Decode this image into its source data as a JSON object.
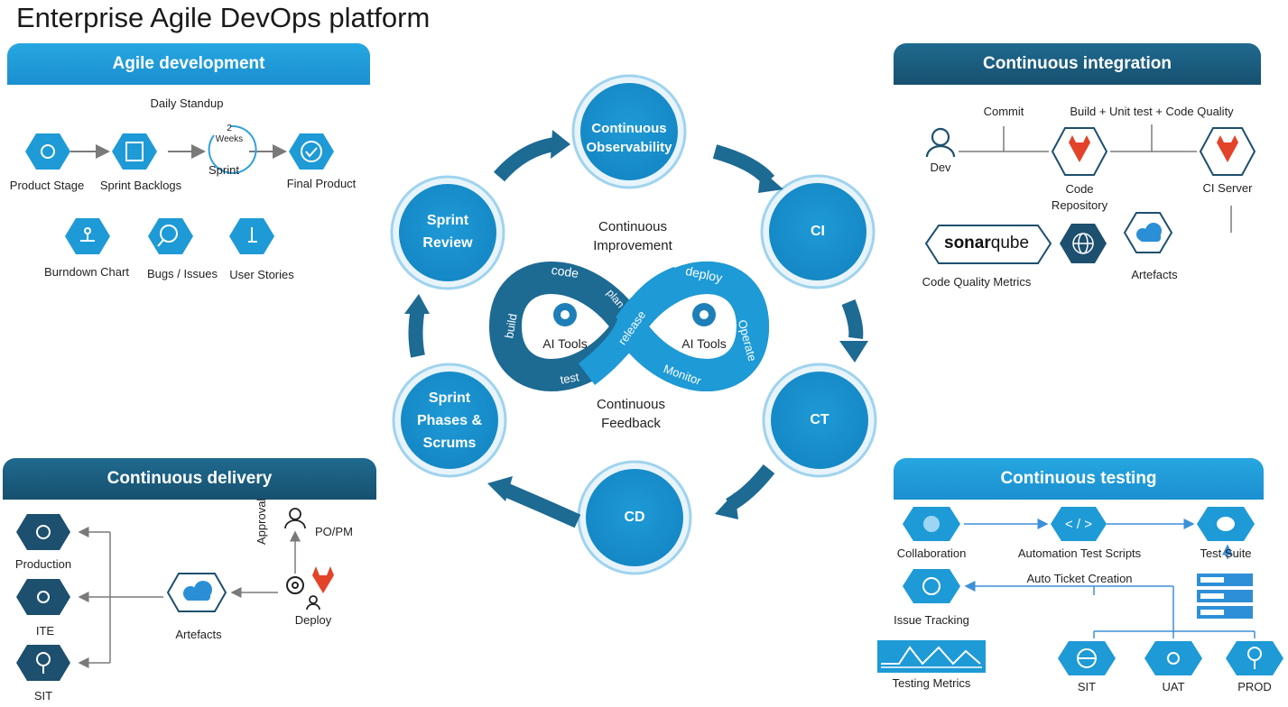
{
  "title": "Enterprise Agile DevOps platform",
  "agile": {
    "header": "Agile development",
    "daily_standup": "Daily Standup",
    "weeks_num": "2",
    "weeks": "Weeks",
    "sprint": "Sprint",
    "product_stage": "Product Stage",
    "sprint_backlogs": "Sprint Backlogs",
    "final_product": "Final Product",
    "burndown": "Burndown Chart",
    "bugs": "Bugs / Issues",
    "stories": "User Stories"
  },
  "ci_panel": {
    "header": "Continuous integration",
    "commit": "Commit",
    "build": "Build + Unit test + Code Quality",
    "dev": "Dev",
    "code_repo_1": "Code",
    "code_repo_2": "Repository",
    "ci_server": "CI Server",
    "sonar_a": "sonar",
    "sonar_b": "qube",
    "code_quality": "Code Quality Metrics",
    "artefacts": "Artefacts"
  },
  "cd_panel": {
    "header": "Continuous delivery",
    "production": "Production",
    "ite": "ITE",
    "sit": "SIT",
    "artefacts": "Artefacts",
    "approval": "Approval",
    "popm": "PO/PM",
    "deploy": "Deploy"
  },
  "ct_panel": {
    "header": "Continuous testing",
    "collaboration": "Collaboration",
    "scripts": "Automation Test Scripts",
    "suite": "Test Suite",
    "auto_ticket": "Auto Ticket Creation",
    "issue": "Issue Tracking",
    "metrics": "Testing Metrics",
    "sit": "SIT",
    "uat": "UAT",
    "prod": "PROD",
    "code_glyph": "< / >"
  },
  "cycle": {
    "observability_1": "Continuous",
    "observability_2": "Observability",
    "ci": "CI",
    "ct": "CT",
    "cd": "CD",
    "phases_1": "Sprint",
    "phases_2": "Phases &",
    "phases_3": "Scrums",
    "review_1": "Sprint",
    "review_2": "Review",
    "improvement_1": "Continuous",
    "improvement_2": "Improvement",
    "feedback_1": "Continuous",
    "feedback_2": "Feedback",
    "ai_tools": "AI Tools",
    "code": "code",
    "plan": "plan",
    "build": "build",
    "test": "test",
    "release": "release",
    "deploy": "deploy",
    "operate": "Operate",
    "monitor": "Monitor"
  },
  "colors": {
    "light_blue": "#1e9ad6",
    "dark_blue": "#17506f",
    "gitlab_orange": "#e24329"
  }
}
